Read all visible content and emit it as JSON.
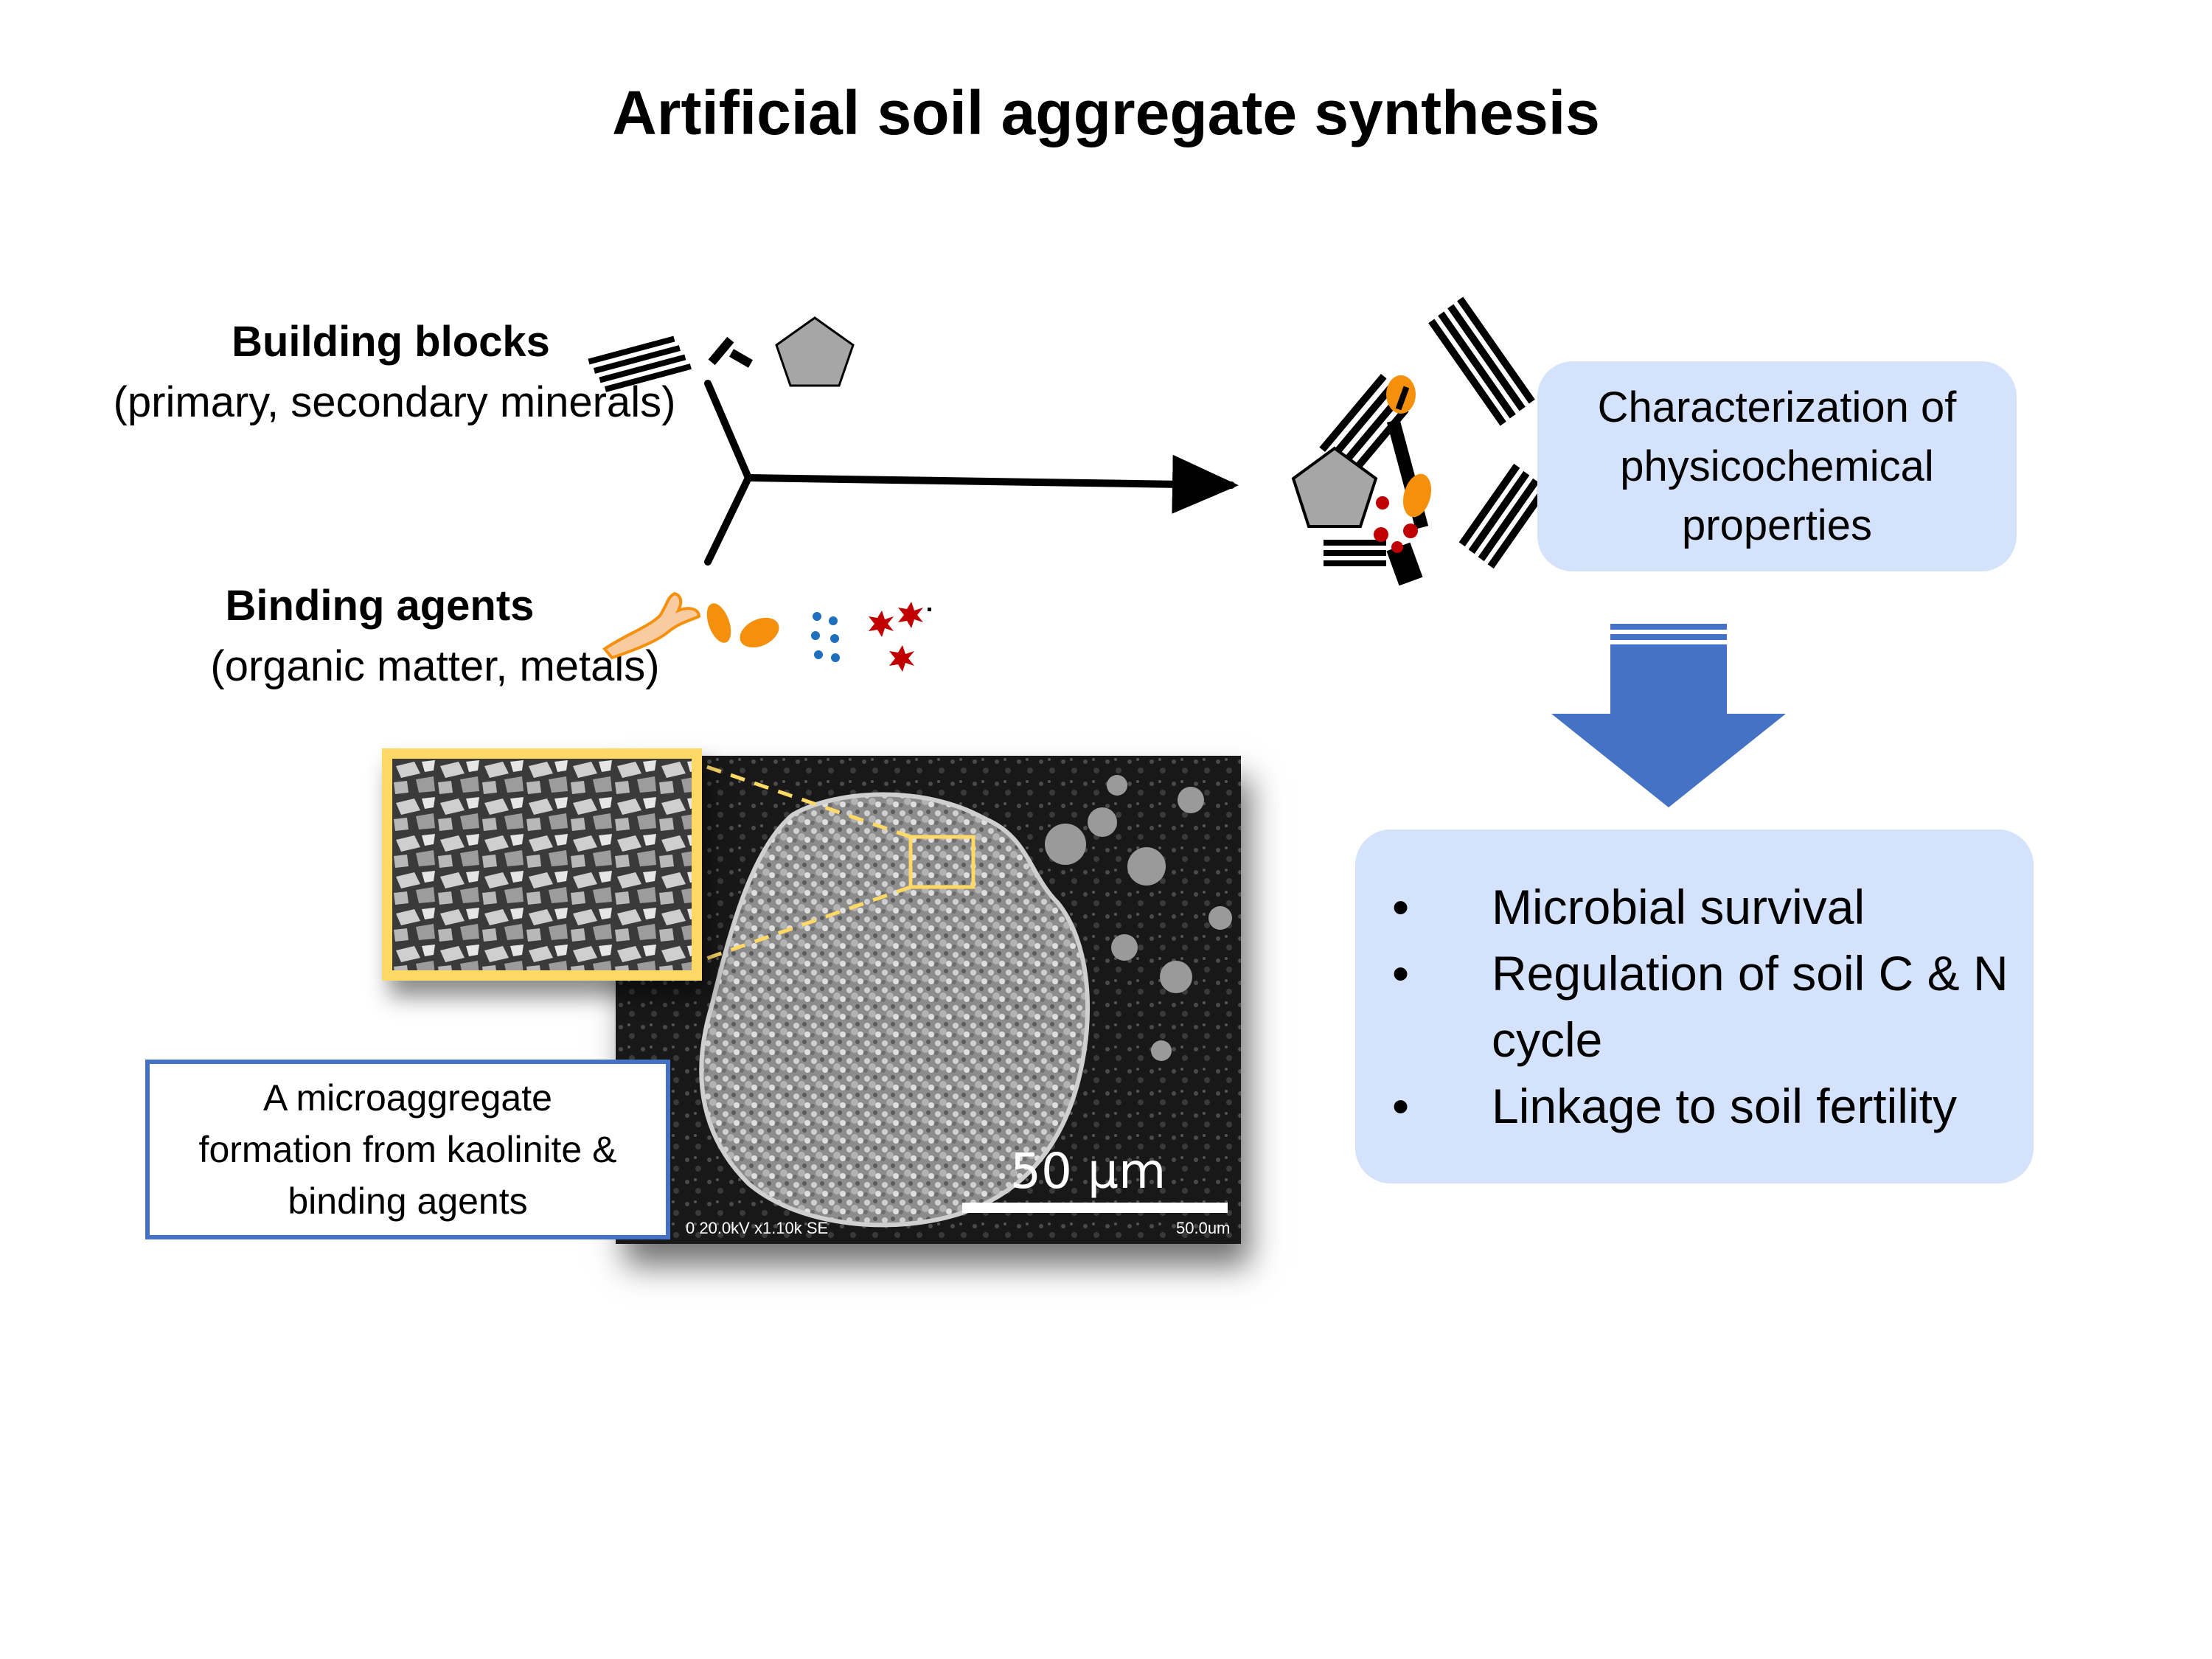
{
  "title": "Artificial soil aggregate synthesis",
  "building_blocks": {
    "heading": "Building blocks",
    "subtitle": "(primary, secondary minerals)"
  },
  "binding_agents": {
    "heading": "Binding agents",
    "subtitle": "(organic matter, metals)"
  },
  "characterization": {
    "lines": [
      "Characterization of",
      "physicochemical",
      "properties"
    ]
  },
  "outcomes": {
    "bullet": "•",
    "items": [
      "Microbial survival",
      "Regulation of soil C & N cycle",
      "Linkage to soil fertility"
    ]
  },
  "sem_image": {
    "caption_lines": [
      "A microaggregate",
      "formation from kaolinite &",
      "binding agents"
    ],
    "scale_bar_label": "50 µm",
    "instrument_info": "0 20.0kV x1.10k SE",
    "scale_value": "50.0um"
  },
  "colors": {
    "accent_blue": "#4472c4",
    "bubble_fill": "#d4e3fb",
    "highlight_yellow": "#ffd966",
    "orange": "#f4900c",
    "red": "#c00000",
    "dot_blue": "#1f6fbf",
    "pentagon_gray": "#a6a6a6"
  }
}
